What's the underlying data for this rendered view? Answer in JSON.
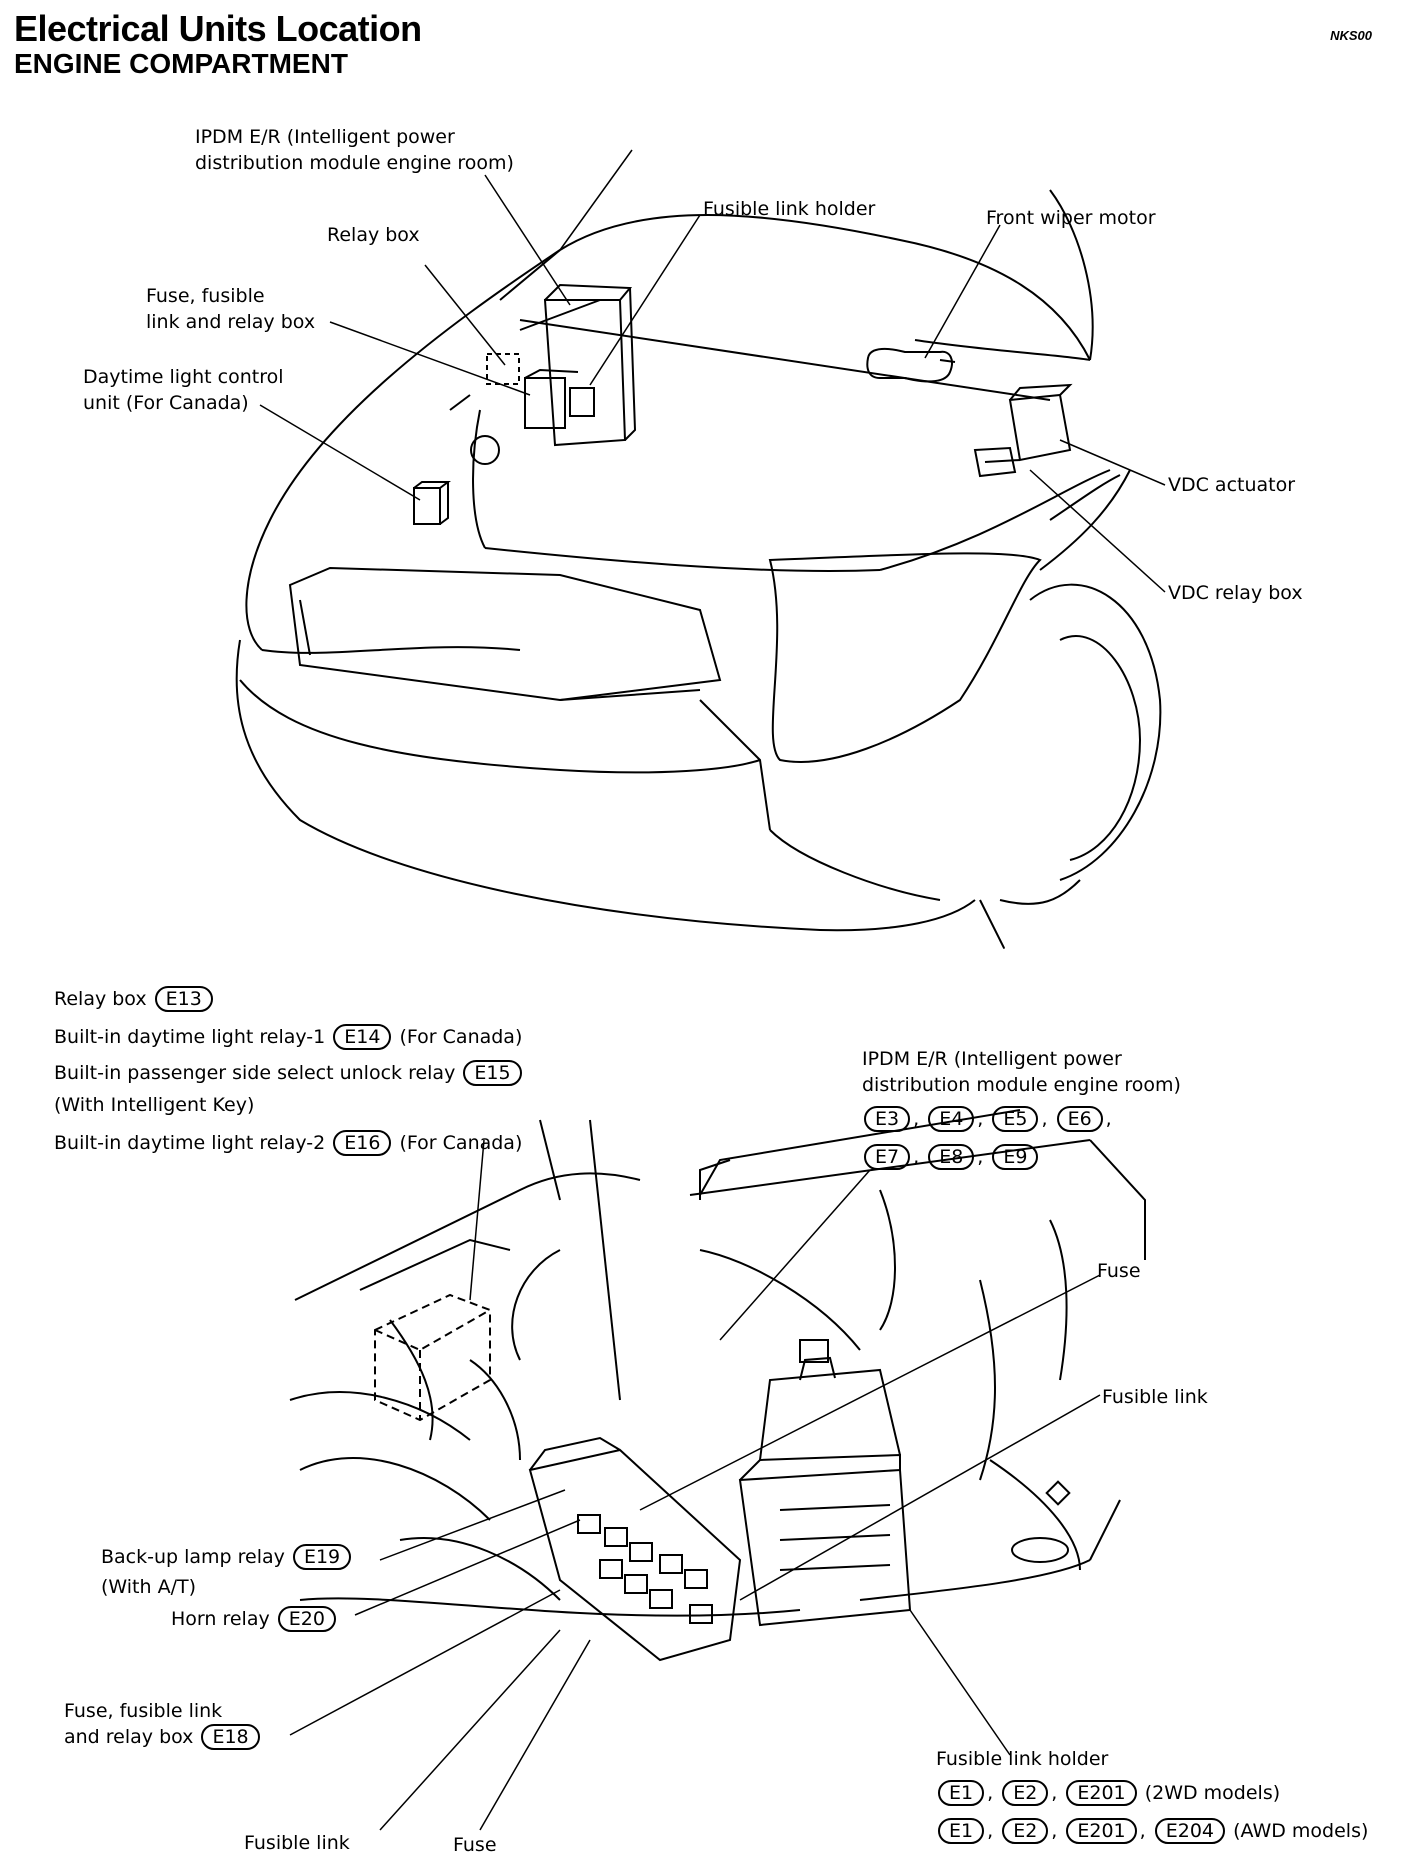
{
  "header": {
    "title": "Electrical Units Location",
    "subtitle": "ENGINE COMPARTMENT",
    "code": "NKS00"
  },
  "top_labels": {
    "ipdm": [
      "IPDM E/R (Intelligent power",
      "distribution module engine room)"
    ],
    "fusible_link_holder": "Fusible link holder",
    "front_wiper_motor": "Front wiper motor",
    "relay_box": "Relay box",
    "fuse_fusible_relay_box": [
      "Fuse, fusible",
      "link and relay box"
    ],
    "daytime_light": [
      "Daytime light control",
      "unit (For Canada)"
    ],
    "vdc_actuator": "VDC actuator",
    "vdc_relay_box": "VDC relay box"
  },
  "relay_list": {
    "relay_box": {
      "text": "Relay box",
      "badge": "E13"
    },
    "daytime_relay_1": {
      "text": "Built-in daytime light relay-1",
      "badge": "E14",
      "note": "(For Canada)"
    },
    "passenger_relay": {
      "text": "Built-in passenger side select unlock relay",
      "badge": "E15"
    },
    "passenger_note": "(With Intelligent Key)",
    "daytime_relay_2": {
      "text": "Built-in daytime light relay-2",
      "badge": "E16",
      "note": "(For Canada)"
    }
  },
  "ipdm_bottom": {
    "lines": [
      "IPDM E/R (Intelligent power",
      "distribution module engine room)"
    ],
    "badges_row1": [
      "E3",
      "E4",
      "E5",
      "E6"
    ],
    "badges_row2": [
      "E7",
      "E8",
      "E9"
    ]
  },
  "bottom_labels": {
    "fuse_right": "Fuse",
    "fusible_link_right": "Fusible link",
    "backup_lamp": {
      "text": "Back-up lamp relay",
      "badge": "E19",
      "note": "(With A/T)"
    },
    "horn_relay": {
      "text": "Horn relay",
      "badge": "E20"
    },
    "fuse_fusible_box": {
      "lines": [
        "Fuse, fusible link",
        "and relay box"
      ],
      "badge": "E18"
    },
    "fusible_link_bottom": "Fusible link",
    "fuse_bottom": "Fuse"
  },
  "fusible_holder": {
    "label": "Fusible link holder",
    "row1": {
      "badges": [
        "E1",
        "E2",
        "E201"
      ],
      "note": "(2WD models)"
    },
    "row2": {
      "badges": [
        "E1",
        "E2",
        "E201",
        "E204"
      ],
      "note": "(AWD models)"
    }
  }
}
